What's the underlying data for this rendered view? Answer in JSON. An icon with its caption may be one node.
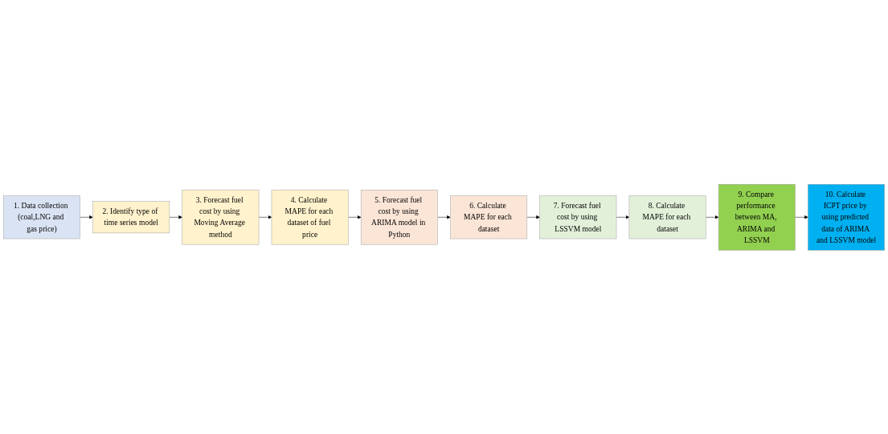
{
  "diagram": {
    "nodes": [
      {
        "text": [
          "1. Data collection (coal,LNG and gas price)"
        ]
      },
      {
        "text": [
          "2. Identify type of time series model"
        ]
      },
      {
        "text": [
          "3. Forecast fuel cost by using Moving Average method"
        ]
      },
      {
        "text": [
          "4. Calculate MAPE for each dataset of fuel price"
        ]
      },
      {
        "text": [
          "5. Forecast fuel cost by using ARIMA model in Python"
        ]
      },
      {
        "text": [
          "6. Calculate MAPE for each dataset"
        ]
      },
      {
        "text": [
          "7. Forecast fuel cost by using LSSVM model"
        ]
      },
      {
        "text": [
          "8. Calculate MAPE for each dataset"
        ]
      },
      {
        "text": [
          "9. Compare performance between MA, ARIMA and LSSVM"
        ]
      },
      {
        "text": [
          "10. Calculate ICPT price by using predicted data of ARIMA and LSSVM model"
        ]
      }
    ],
    "edges": [
      {
        "from": 0,
        "to": 1,
        "arrow": "to"
      },
      {
        "from": 1,
        "to": 2,
        "arrow": "to"
      },
      {
        "from": 2,
        "to": 3,
        "arrow": "to"
      },
      {
        "from": 3,
        "to": 4,
        "arrow": "to"
      },
      {
        "from": 4,
        "to": 5,
        "arrow": "to"
      },
      {
        "from": 5,
        "to": 6,
        "arrow": "to"
      },
      {
        "from": 6,
        "to": 7,
        "arrow": "to"
      },
      {
        "from": 7,
        "to": 8,
        "arrow": "to"
      },
      {
        "from": 8,
        "to": 9,
        "arrow": "to"
      }
    ]
  }
}
